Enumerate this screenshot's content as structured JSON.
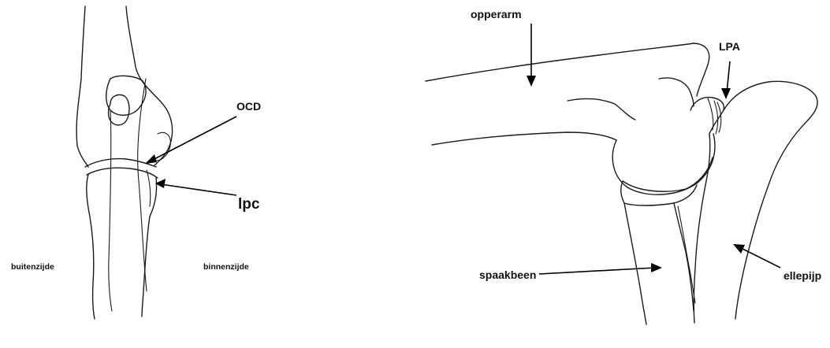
{
  "left_view": {
    "labels": {
      "ocd": "OCD",
      "lpc": "lpc",
      "outer_side": "buitenzijde",
      "inner_side": "binnenzijde"
    }
  },
  "right_view": {
    "labels": {
      "upper_arm": "opperarm",
      "lpa": "LPA",
      "radius": "spaakbeen",
      "ulna": "ellepijp"
    }
  }
}
